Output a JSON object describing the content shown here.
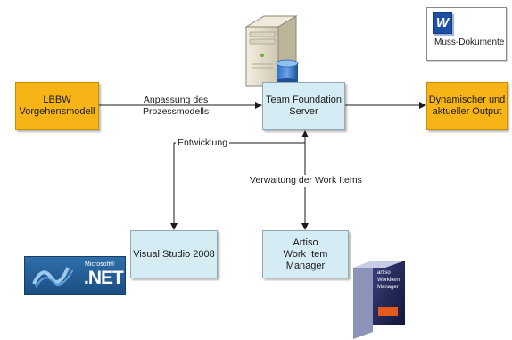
{
  "nodes": {
    "lbbw": [
      "LBBW",
      "Vorgehensmodell"
    ],
    "tfs": [
      "Team Foundation",
      "Server"
    ],
    "output": [
      "Dynamischer und",
      "aktueller Output"
    ],
    "vs": "Visual Studio 2008",
    "artiso": [
      "Artiso",
      "Work Item",
      "Manager"
    ]
  },
  "edges": {
    "anpassung": [
      "Anpassung des",
      "Prozessmodells"
    ],
    "entwicklung": "Entwicklung",
    "verwaltung": "Verwaltung der Work Items"
  },
  "legend": {
    "icon_letter": "W",
    "label": "Muss-Dokumente"
  },
  "net_logo": {
    "brand": "Microsoft®",
    "name": ".NET"
  },
  "artiso_box_text": [
    "artiso",
    "Workitem",
    "Manager"
  ],
  "colors": {
    "orange": "#f7b417",
    "blue": "#d6ecf4",
    "word_blue": "#1f4fa3"
  }
}
